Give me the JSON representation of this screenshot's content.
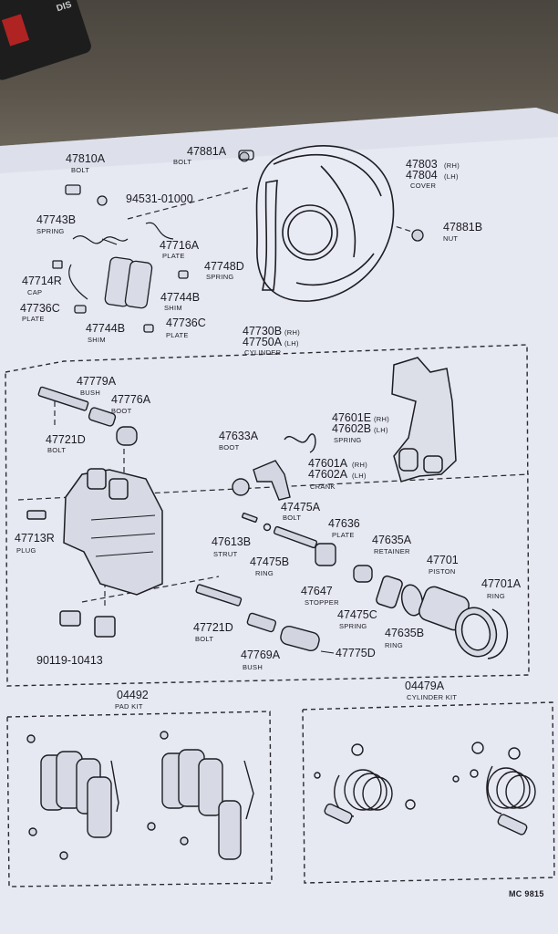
{
  "top_object_text": "DIS",
  "parts": {
    "p47810A": {
      "number": "47810A",
      "desc": "BOLT"
    },
    "p47881A": {
      "number": "47881A",
      "desc": "BOLT"
    },
    "p94531": {
      "number": "94531-01000"
    },
    "p47803": {
      "number": "47803",
      "side": "(RH)"
    },
    "p47804": {
      "number": "47804",
      "side": "(LH)",
      "desc": "COVER"
    },
    "p47881B": {
      "number": "47881B",
      "desc": "NUT"
    },
    "p47743B": {
      "number": "47743B",
      "desc": "SPRING"
    },
    "p47716A": {
      "number": "47716A",
      "desc": "PLATE"
    },
    "p47748D": {
      "number": "47748D",
      "desc": "SPRING"
    },
    "p47714R": {
      "number": "47714R",
      "desc": "CAP"
    },
    "p47744B_r": {
      "number": "47744B",
      "desc": "SHIM"
    },
    "p47736C_l": {
      "number": "47736C",
      "desc": "PLATE"
    },
    "p47744B_b": {
      "number": "47744B",
      "desc": "SHIM"
    },
    "p47736C_b": {
      "number": "47736C",
      "desc": "PLATE"
    },
    "p47730B": {
      "number": "47730B",
      "side": "(RH)"
    },
    "p47750A": {
      "number": "47750A",
      "side": "(LH)",
      "desc": "CYLINDER"
    },
    "p47779A": {
      "number": "47779A",
      "desc": "BUSH"
    },
    "p47776A": {
      "number": "47776A",
      "desc": "BOOT"
    },
    "p47721D_t": {
      "number": "47721D",
      "desc": "BOLT"
    },
    "p47633A": {
      "number": "47633A",
      "desc": "BOOT"
    },
    "p47601E": {
      "number": "47601E",
      "side": "(RH)"
    },
    "p47602B": {
      "number": "47602B",
      "side": "(LH)",
      "desc": "SPRING"
    },
    "p47601A": {
      "number": "47601A",
      "side": "(RH)"
    },
    "p47602A": {
      "number": "47602A",
      "side": "(LH)",
      "desc": "CRANK"
    },
    "p47713R": {
      "number": "47713R",
      "desc": "PLUG"
    },
    "p47613B": {
      "number": "47613B",
      "desc": "STRUT"
    },
    "p47475A": {
      "number": "47475A",
      "desc": "BOLT"
    },
    "p47475B": {
      "number": "47475B",
      "desc": "RING"
    },
    "p47636": {
      "number": "47636",
      "desc": "PLATE"
    },
    "p47635A": {
      "number": "47635A",
      "desc": "RETAINER"
    },
    "p47701": {
      "number": "47701",
      "desc": "PISTON"
    },
    "p47701A": {
      "number": "47701A",
      "desc": "RING"
    },
    "p47647": {
      "number": "47647",
      "desc": "STOPPER"
    },
    "p47475C": {
      "number": "47475C",
      "desc": "SPRING"
    },
    "p47635B": {
      "number": "47635B",
      "desc": "RING"
    },
    "p47721D_b": {
      "number": "47721D",
      "desc": "BOLT"
    },
    "p47769A": {
      "number": "47769A",
      "desc": "BUSH"
    },
    "p47775D": {
      "number": "47775D"
    },
    "p90119": {
      "number": "90119-10413"
    }
  },
  "kits": {
    "pad": {
      "number": "04492",
      "desc": "PAD KIT"
    },
    "cylinder": {
      "number": "04479A",
      "desc": "CYLINDER KIT"
    }
  },
  "footer": {
    "code": "MC 9815"
  },
  "colors": {
    "paper": "#e6e8f2",
    "ink": "#1c1c22",
    "background": "#3a3631"
  }
}
